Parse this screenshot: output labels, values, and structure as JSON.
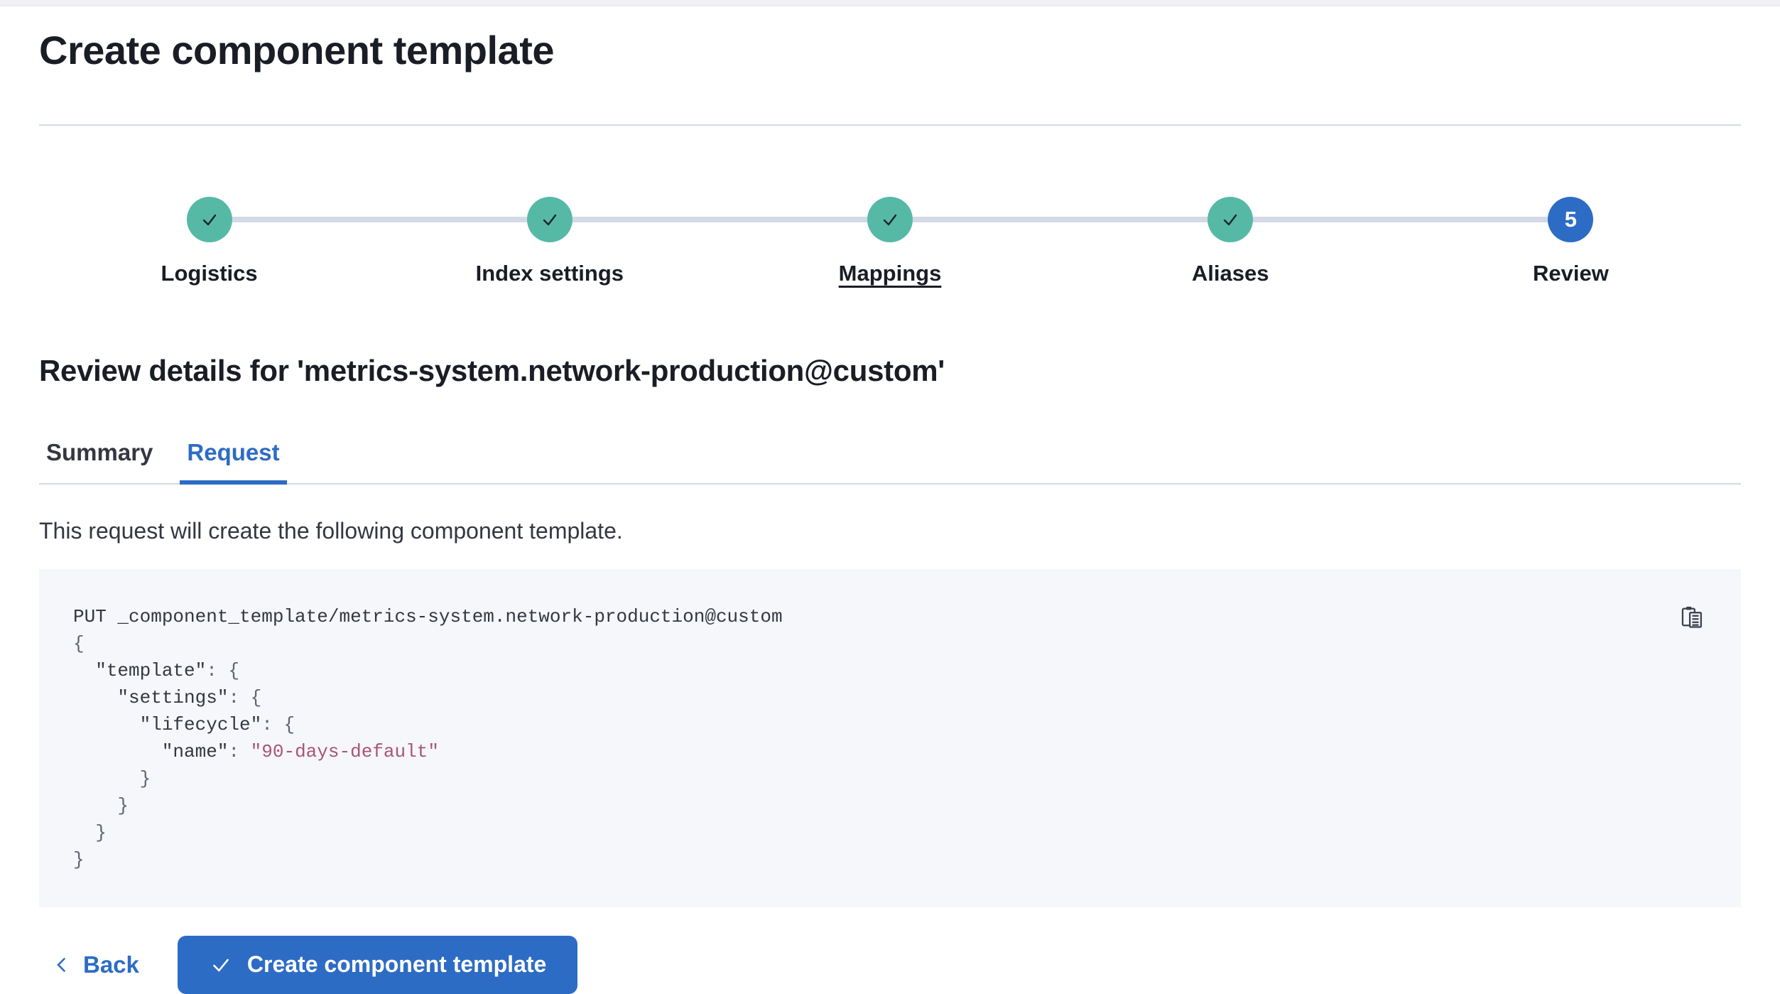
{
  "page": {
    "title": "Create component template",
    "review_heading": "Review details for 'metrics-system.network-production@custom'",
    "description": "This request will create the following component template."
  },
  "steps": [
    {
      "label": "Logistics",
      "status": "complete"
    },
    {
      "label": "Index settings",
      "status": "complete"
    },
    {
      "label": "Mappings",
      "status": "complete",
      "underlined": true
    },
    {
      "label": "Aliases",
      "status": "complete"
    },
    {
      "label": "Review",
      "status": "current",
      "number": "5"
    }
  ],
  "tabs": [
    {
      "label": "Summary",
      "selected": false
    },
    {
      "label": "Request",
      "selected": true
    }
  ],
  "code": {
    "lines": [
      {
        "parts": [
          {
            "t": "PUT _component_template/metrics-system.network-production@custom",
            "r": "plain"
          }
        ]
      },
      {
        "parts": [
          {
            "t": "{",
            "r": "punc"
          }
        ]
      },
      {
        "parts": [
          {
            "t": "  ",
            "r": "plain"
          },
          {
            "t": "\"template\"",
            "r": "key"
          },
          {
            "t": ": ",
            "r": "punc"
          },
          {
            "t": "{",
            "r": "punc"
          }
        ]
      },
      {
        "parts": [
          {
            "t": "    ",
            "r": "plain"
          },
          {
            "t": "\"settings\"",
            "r": "key"
          },
          {
            "t": ": ",
            "r": "punc"
          },
          {
            "t": "{",
            "r": "punc"
          }
        ]
      },
      {
        "parts": [
          {
            "t": "      ",
            "r": "plain"
          },
          {
            "t": "\"lifecycle\"",
            "r": "key"
          },
          {
            "t": ": ",
            "r": "punc"
          },
          {
            "t": "{",
            "r": "punc"
          }
        ]
      },
      {
        "parts": [
          {
            "t": "        ",
            "r": "plain"
          },
          {
            "t": "\"name\"",
            "r": "key"
          },
          {
            "t": ": ",
            "r": "punc"
          },
          {
            "t": "\"90-days-default\"",
            "r": "str"
          }
        ]
      },
      {
        "parts": [
          {
            "t": "      }",
            "r": "punc"
          }
        ]
      },
      {
        "parts": [
          {
            "t": "    }",
            "r": "punc"
          }
        ]
      },
      {
        "parts": [
          {
            "t": "  }",
            "r": "punc"
          }
        ]
      },
      {
        "parts": [
          {
            "t": "}",
            "r": "punc"
          }
        ]
      }
    ]
  },
  "footer": {
    "back_label": "Back",
    "submit_label": "Create component template"
  },
  "icons": {
    "copy": "copy-clipboard-icon",
    "check": "check-icon",
    "chevron_left": "chevron-left-icon"
  },
  "colors": {
    "accent_blue": "#2d6cc5",
    "step_complete_teal": "#55b9a6",
    "connector_gray": "#d3dae6",
    "code_background": "#f5f7fa",
    "code_string": "#aa5573",
    "heading_text": "#1a1d26",
    "body_text": "#343741"
  }
}
